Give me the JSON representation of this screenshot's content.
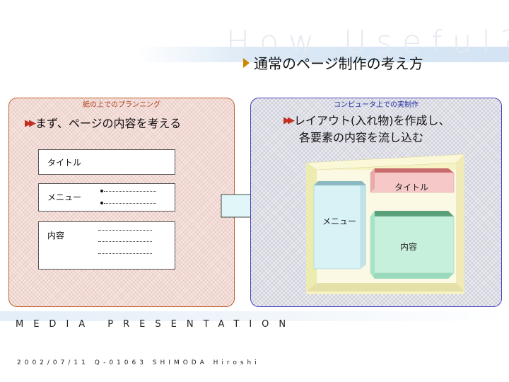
{
  "background_text": "How Useful?",
  "title": "通常のページ制作の考え方",
  "left_panel": {
    "caption": "紙の上でのプランニング",
    "heading": "まず、ページの内容を考える",
    "boxes": {
      "title_label": "タイトル",
      "menu_label": "メニュー",
      "content_label": "内容"
    }
  },
  "right_panel": {
    "caption": "コンピュータ上での実制作",
    "heading_line1": "レイアウト(入れ物)を作成し、",
    "heading_line2": "各要素の内容を流し込む",
    "layout": {
      "title_label": "タイトル",
      "menu_label": "メニュー",
      "content_label": "内容"
    }
  },
  "footer": {
    "brand": "MEDIA PRESENTATION",
    "meta": "2002/07/11 Q-01063 SHIMODA Hiroshi"
  },
  "colors": {
    "left_border": "#c06030",
    "right_border": "#4444bb",
    "arrow_fill": "#e0f6f8"
  }
}
